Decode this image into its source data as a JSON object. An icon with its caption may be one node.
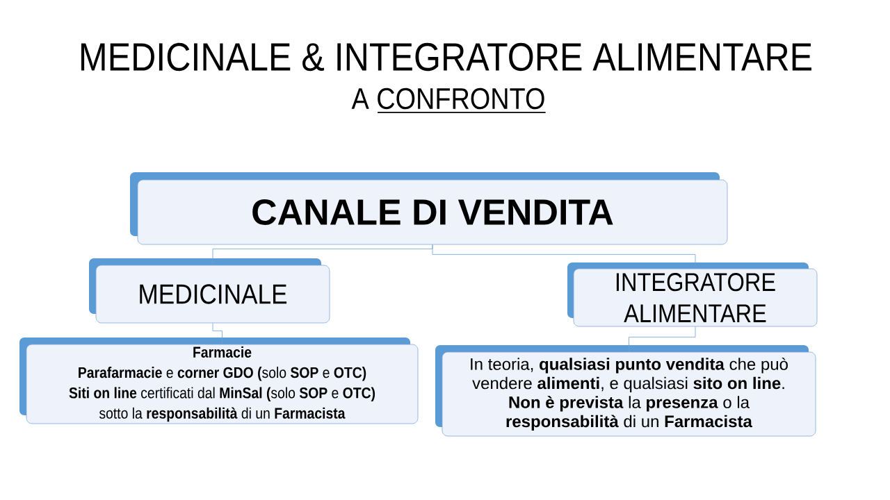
{
  "diagram": {
    "title": "MEDICINALE & INTEGRATORE ALIMENTARE",
    "nodes": [
      {
        "text": [
          "CANALE DI VENDITA"
        ]
      },
      {
        "text": [
          "MEDICINALE"
        ]
      },
      {
        "text": [
          "INTEGRATORE ALIMENTARE"
        ]
      },
      {
        "text": [
          "Farmacie",
          "**Parafarmacie** e **corner GDO (**solo **SOP** e **OTC)**",
          "**Siti on line** certificati dal **MinSal (**solo **SOP** e **OTC)**",
          "sotto la **responsabilità** di un **Farmacista**"
        ]
      },
      {
        "text": [
          "In teoria, **qualsiasi punto vendita** che può vendere **alimenti**, e qualsiasi **sito on line**.",
          "**Non è prevista** la **presenza** o la **responsabilità** di un **Farmacista**"
        ]
      }
    ],
    "edges": [
      {
        "from": 0,
        "to": 1,
        "arrow": "none"
      },
      {
        "from": 0,
        "to": 2,
        "arrow": "none"
      },
      {
        "from": 1,
        "to": 3,
        "arrow": "none"
      },
      {
        "from": 2,
        "to": 4,
        "arrow": "none"
      }
    ],
    "labels": [
      "A CONFRONTO"
    ]
  }
}
